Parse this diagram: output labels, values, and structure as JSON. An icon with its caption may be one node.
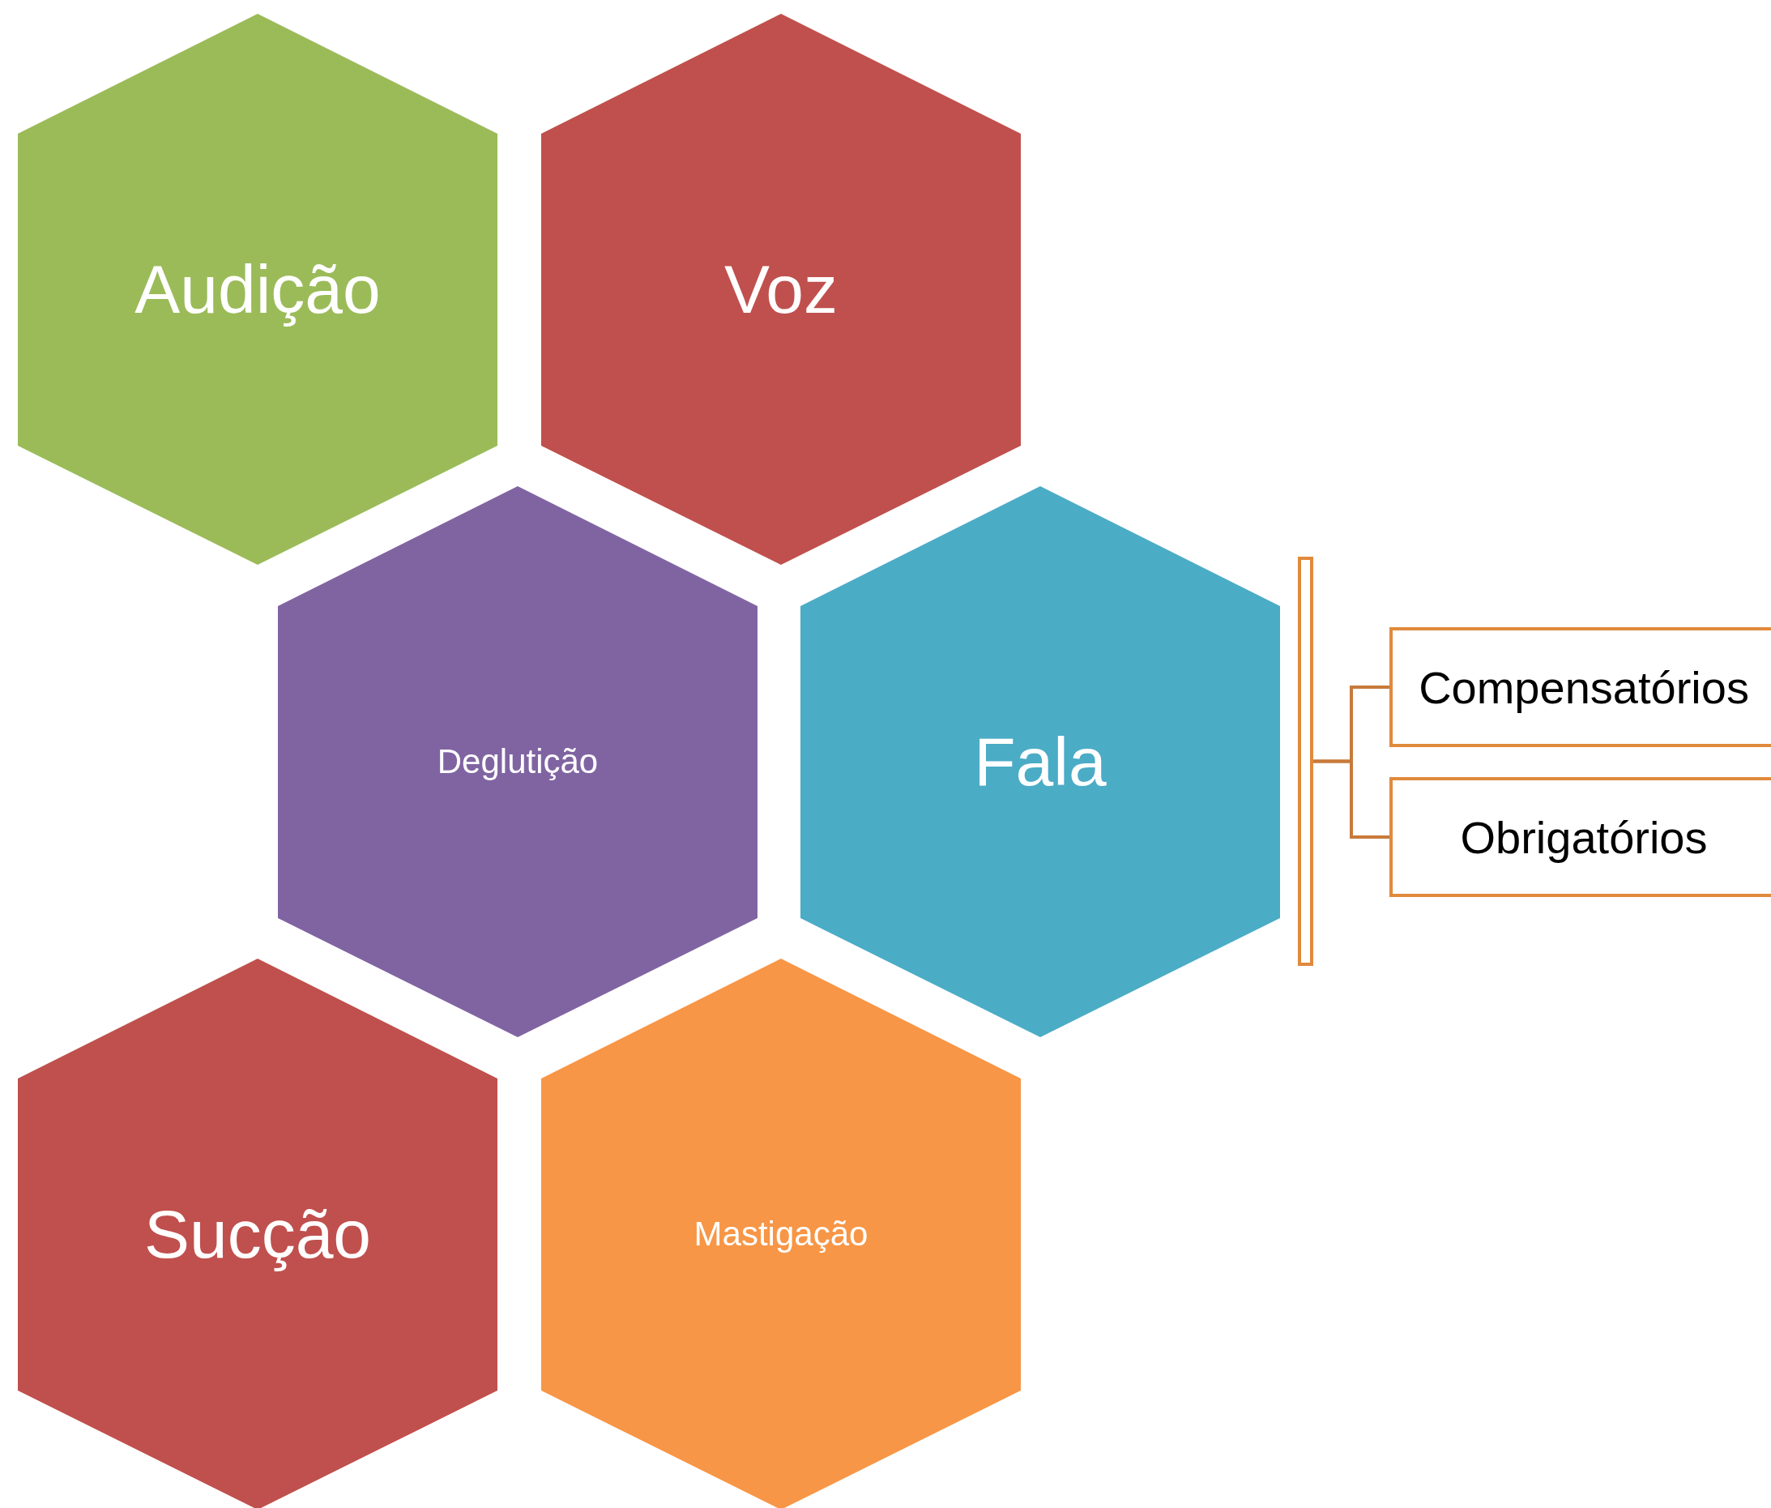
{
  "diagram": {
    "nodes": [
      {
        "text": [
          "Audição"
        ]
      },
      {
        "text": [
          "Voz"
        ]
      },
      {
        "text": [
          "Deglutição"
        ]
      },
      {
        "text": [
          "Fala"
        ]
      },
      {
        "text": [],
        "shape": "bar"
      },
      {
        "text": [
          "Compensatórios"
        ]
      },
      {
        "text": [
          "Obrigatórios"
        ]
      },
      {
        "text": [
          "Sucção"
        ]
      },
      {
        "text": [
          "Mastigação"
        ]
      }
    ],
    "edges": [
      {
        "from": 4,
        "to": 5,
        "arrow": "none"
      },
      {
        "from": 4,
        "to": 6,
        "arrow": "none"
      }
    ]
  }
}
